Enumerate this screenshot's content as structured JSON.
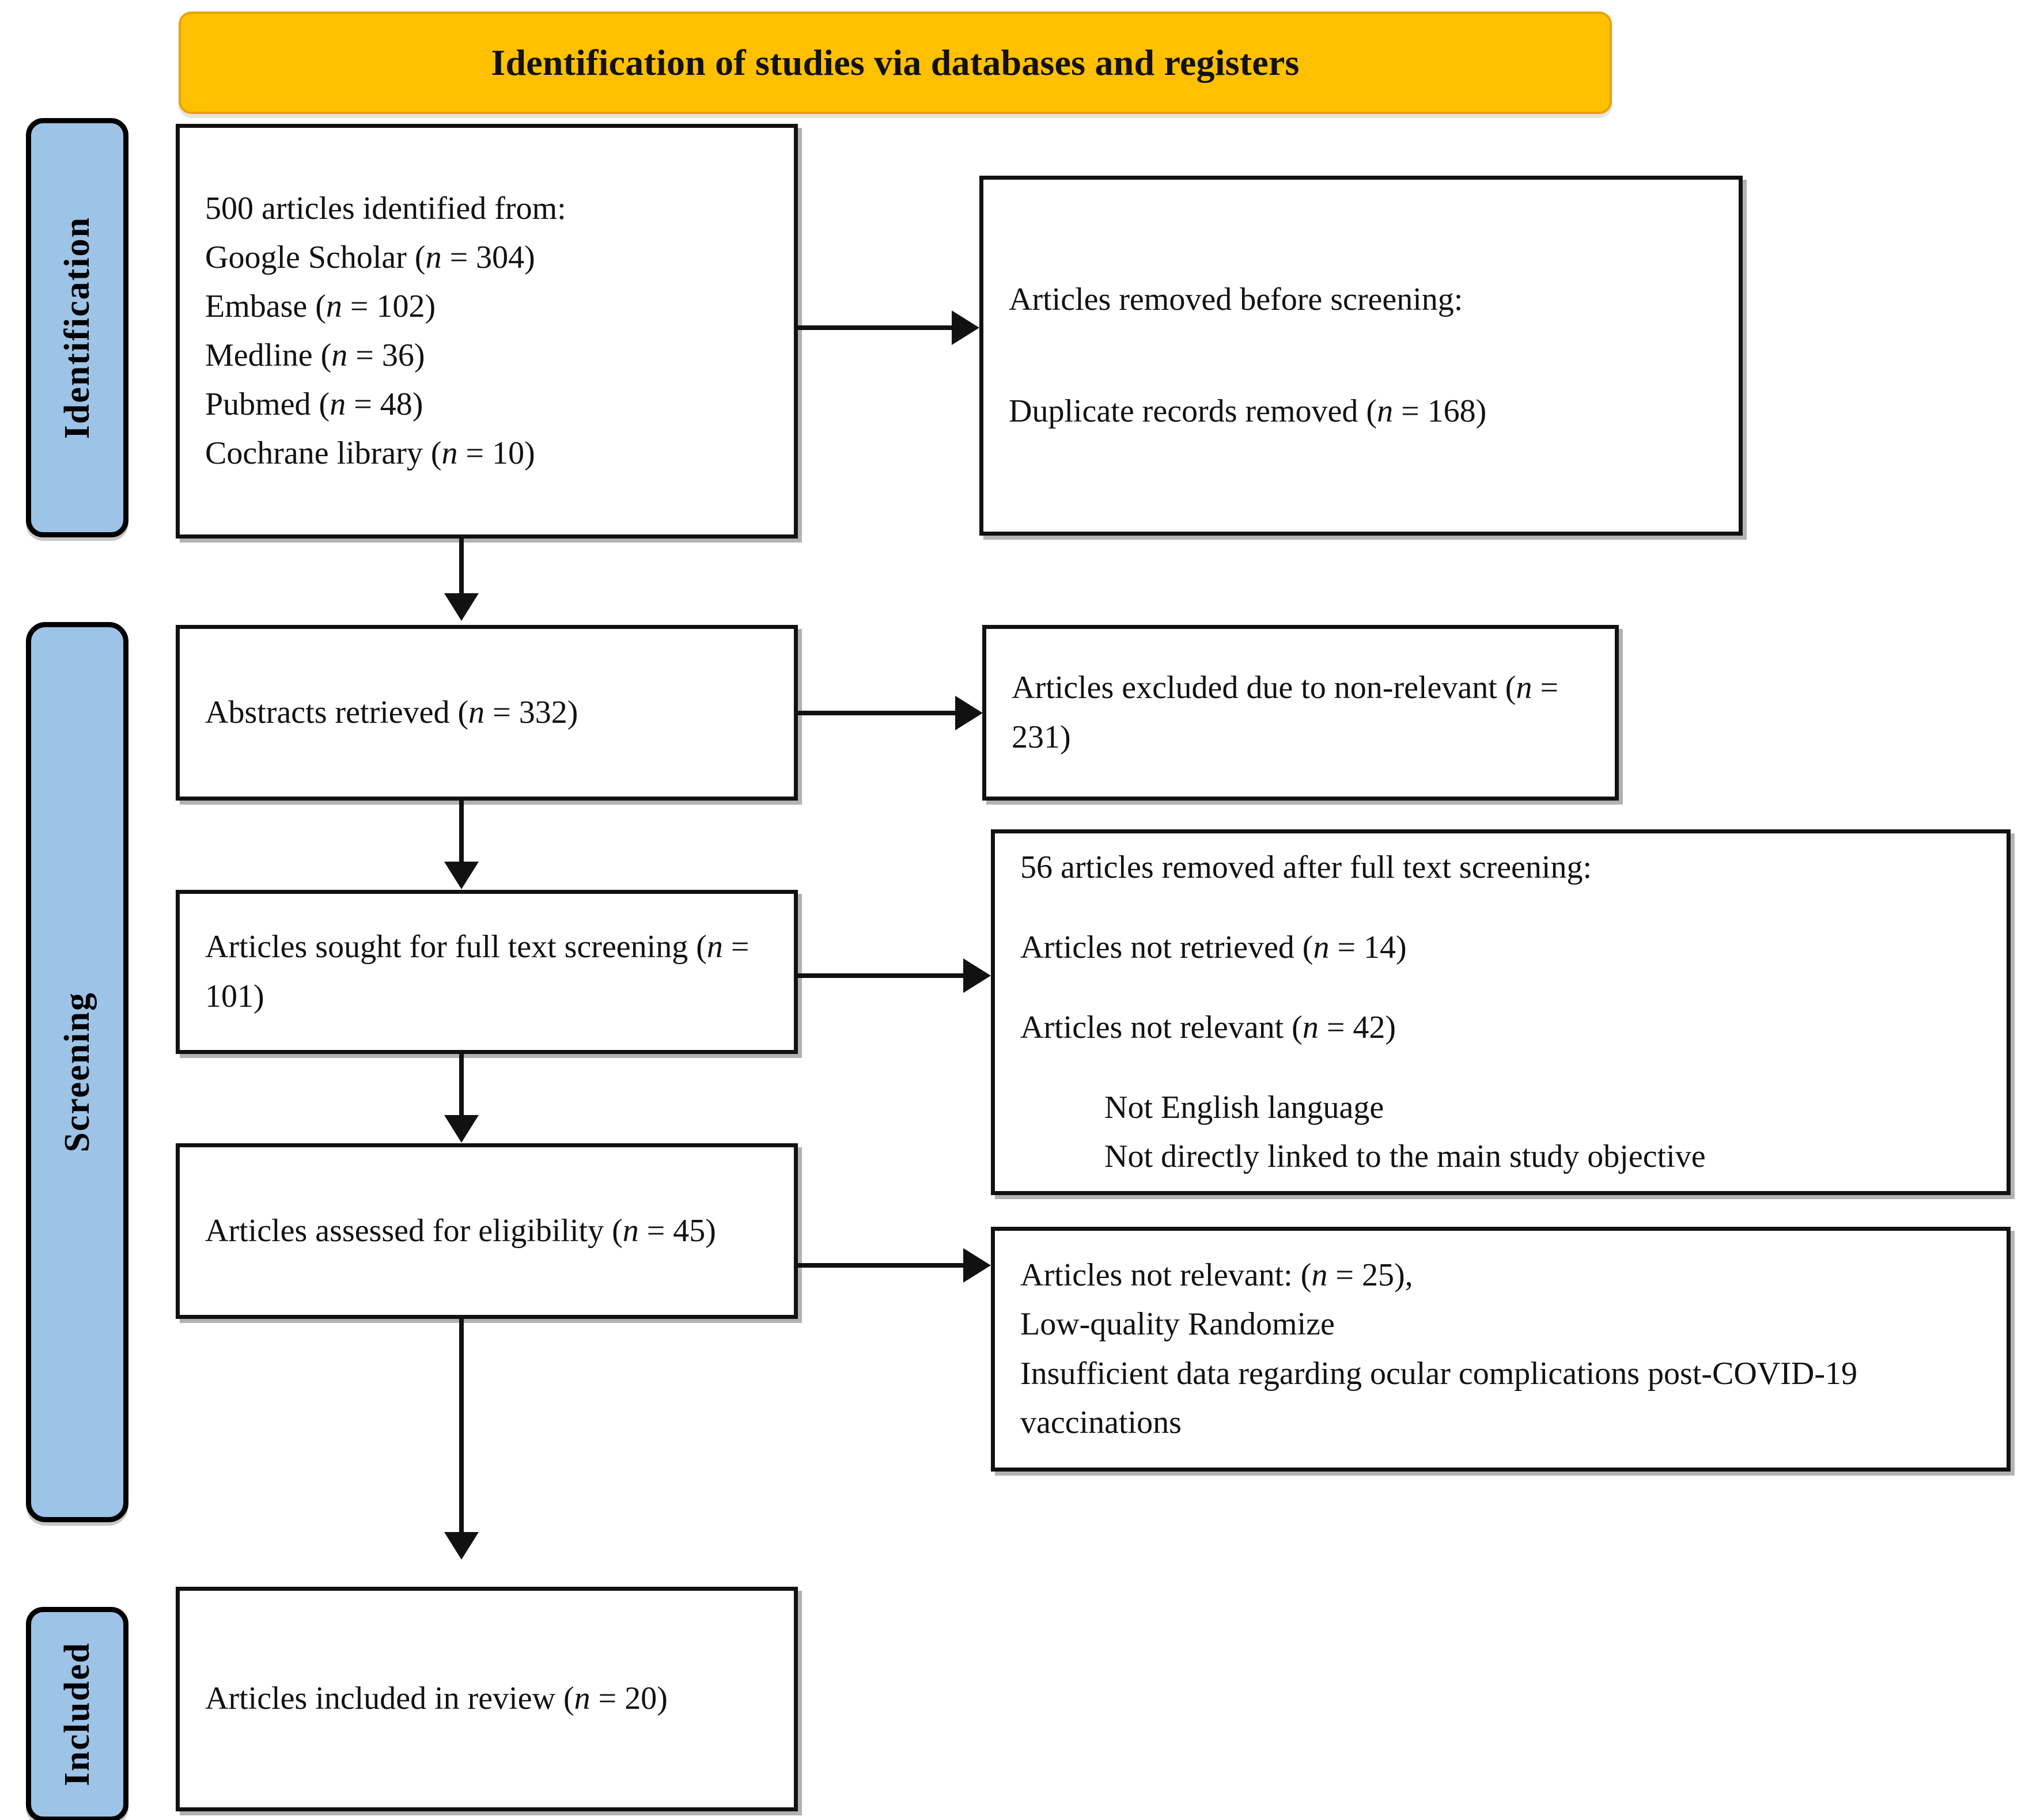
{
  "title": "Identification of studies via databases and registers",
  "colors": {
    "banner_bg": "#FFC000",
    "stage_label_bg": "#9DC3E6",
    "box_border": "#111111",
    "box_bg": "#FFFFFF"
  },
  "stages": [
    {
      "label": "Identification"
    },
    {
      "label": "Screening"
    },
    {
      "label": "Included"
    }
  ],
  "boxes": {
    "sources": "500 articles identified from:\nGoogle Scholar (n = 304)\nEmbase (n = 102)\nMedline (n = 36)\nPubmed (n = 48)\nCochrane library (n = 10)",
    "removed_before_screening_title": "Articles removed before screening:",
    "removed_before_screening_detail": "Duplicate records removed (n = 168)",
    "abstracts_retrieved": "Abstracts retrieved (n = 332)",
    "excluded_non_relevant": "Articles excluded due to non-relevant (n = 231)",
    "sought_full_text": "Articles sought for full text screening (n = 101)",
    "removed_after_full_text_title": "56 articles removed after full text screening:",
    "removed_after_full_text_line1": "Articles not retrieved (n = 14)",
    "removed_after_full_text_line2": "Articles not relevant (n = 42)",
    "removed_after_full_text_sub1": "Not English language",
    "removed_after_full_text_sub2": "Not directly linked to the main study objective",
    "assessed_eligibility": "Articles assessed for eligibility (n = 45)",
    "not_relevant_line1": "Articles not relevant: (n = 25),",
    "not_relevant_line2": "Low-quality Randomize",
    "not_relevant_line3": "Insufficient data regarding ocular complications post-COVID-19 vaccinations",
    "included_in_review": "Articles included in review (n = 20)"
  },
  "chart_data": {
    "type": "table",
    "title": "PRISMA flow diagram — Identification of studies via databases and registers",
    "records_identified_total": 500,
    "sources": [
      {
        "name": "Google Scholar",
        "n": 304
      },
      {
        "name": "Embase",
        "n": 102
      },
      {
        "name": "Medline",
        "n": 36
      },
      {
        "name": "Pubmed",
        "n": 48
      },
      {
        "name": "Cochrane library",
        "n": 10
      }
    ],
    "duplicates_removed": 168,
    "abstracts_retrieved": 332,
    "excluded_non_relevant": 231,
    "sought_for_full_text": 101,
    "removed_after_full_text_total": 56,
    "not_retrieved": 14,
    "not_relevant_full_text": 42,
    "assessed_for_eligibility": 45,
    "not_relevant_eligibility": 25,
    "included_in_review": 20
  }
}
